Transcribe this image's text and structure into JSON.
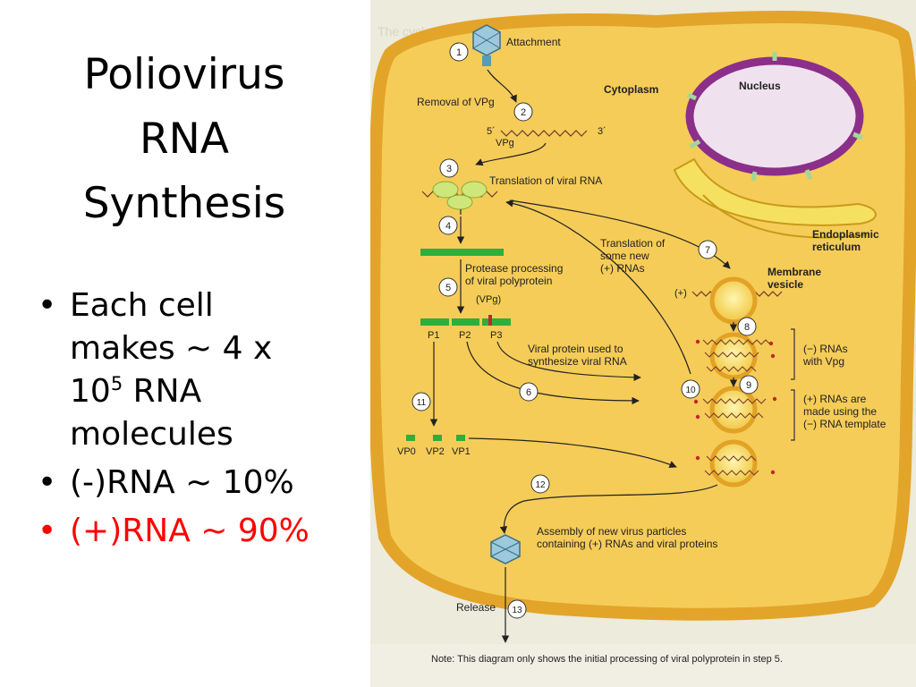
{
  "slide": {
    "title_lines": [
      "Poliovirus",
      "RNA",
      "Synthesis"
    ],
    "bullet1_line1": "Each cell",
    "bullet1_line2": "makes ~ 4 x",
    "bullet1_base": "10",
    "bullet1_exp": "5",
    "bullet1_rest": " RNA",
    "bullet1_line4": "molecules",
    "bullet2": "(-)RNA ~ 10%",
    "bullet3": "(+)RNA ~ 90%"
  },
  "figure": {
    "regions": {
      "cytoplasm": "Cytoplasm",
      "nucleus": "Nucleus",
      "er_line1": "Endoplasmic",
      "er_line2": "reticulum",
      "vesicle_line1": "Membrane",
      "vesicle_line2": "vesicle"
    },
    "steps": {
      "s1": "1",
      "s1_label": "Attachment",
      "s2": "2",
      "s2_label": "Removal of VPg",
      "five_prime": "5´",
      "three_prime": "3´",
      "vpg": "VPg",
      "s3": "3",
      "s3_label": "Translation of viral RNA",
      "s4": "4",
      "s5": "5",
      "s5_line1": "Protease processing",
      "s5_line2": "of viral polyprotein",
      "s5_vpg": "(VPg)",
      "p1": "P1",
      "p2": "P2",
      "p3": "P3",
      "vp0": "VP0",
      "vp2": "VP2",
      "vp1": "VP1",
      "s6": "6",
      "s7": "7",
      "s7_line1": "Translation of",
      "s7_line2": "some new",
      "s7_line3": "(+) RNAs",
      "plus_rna": "(+)",
      "vp_used_line1": "Viral protein used to",
      "vp_used_line2": "synthesize viral RNA",
      "s8": "8",
      "s8_line1": "(−) RNAs",
      "s8_line2": "with Vpg",
      "s9": "9",
      "s9_line1": "(+) RNAs are",
      "s9_line2": "made using the",
      "s9_line3": "(−) RNA template",
      "s10": "10",
      "s11": "11",
      "s12": "12",
      "s12_line1": "Assembly of new virus particles",
      "s12_line2": "containing (+) RNAs and viral proteins",
      "s13": "13",
      "s13_label": "Release"
    },
    "note": "Note: This diagram only shows the initial processing of viral polyprotein in step 5."
  },
  "colors": {
    "cell_fill": "#f5cc58",
    "cell_edge": "#e6aa2a",
    "nucleus_ring": "#8b2f8a",
    "er": "#f6e060",
    "polyprotein": "#2fae3c",
    "rna": "#7a3d2a"
  }
}
